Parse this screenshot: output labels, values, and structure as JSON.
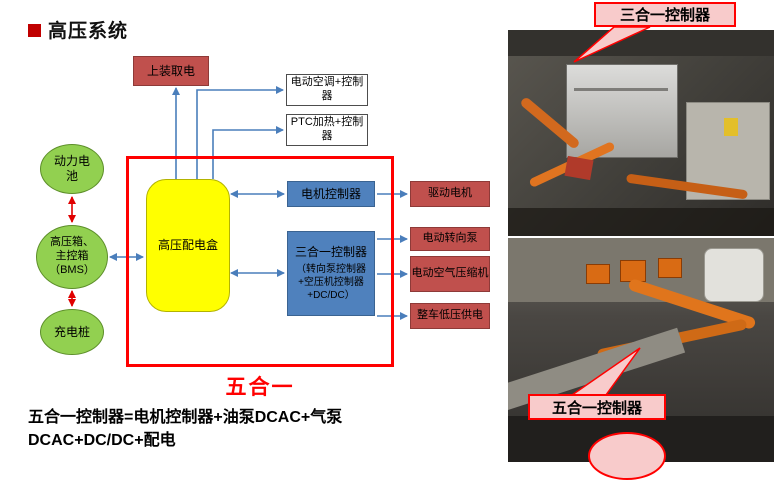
{
  "page": {
    "title": "高压系统"
  },
  "diagram": {
    "top_power": "上装取电",
    "ac_controller": "电动空调+控制器",
    "ptc_heater": "PTC加热+控制器",
    "battery": "动力电池",
    "hv_main_box": "高压箱、主控箱（BMS）",
    "charging_pile": "充电桩",
    "pdu": "高压配电盒",
    "motor_controller": "电机控制器",
    "three_in_one_title": "三合一控制器",
    "three_in_one_detail": "（转向泵控制器+空压机控制器+DC/DC）",
    "drive_motor": "驱动电机",
    "steering_pump": "电动转向泵",
    "air_compressor": "电动空气压缩机",
    "lv_supply": "整车低压供电",
    "five_in_one": "五合一"
  },
  "photos": {
    "top_label": "三合一控制器",
    "bottom_label": "五合一控制器"
  },
  "footer": {
    "line1": "五合一控制器=电机控制器+油泵DCAC+气泵",
    "line2": "DCAC+DC/DC+配电"
  },
  "colors": {
    "accent_red": "#c00000",
    "frame_red": "#ff0000",
    "box_red": "#c0504d",
    "box_blue": "#4f81bd",
    "box_yellow": "#ffff00",
    "ellipse_green": "#92d050",
    "callout_pink": "#f8cbcb",
    "arrow_blue": "#4a7ebb",
    "arrow_red": "#e00000"
  }
}
